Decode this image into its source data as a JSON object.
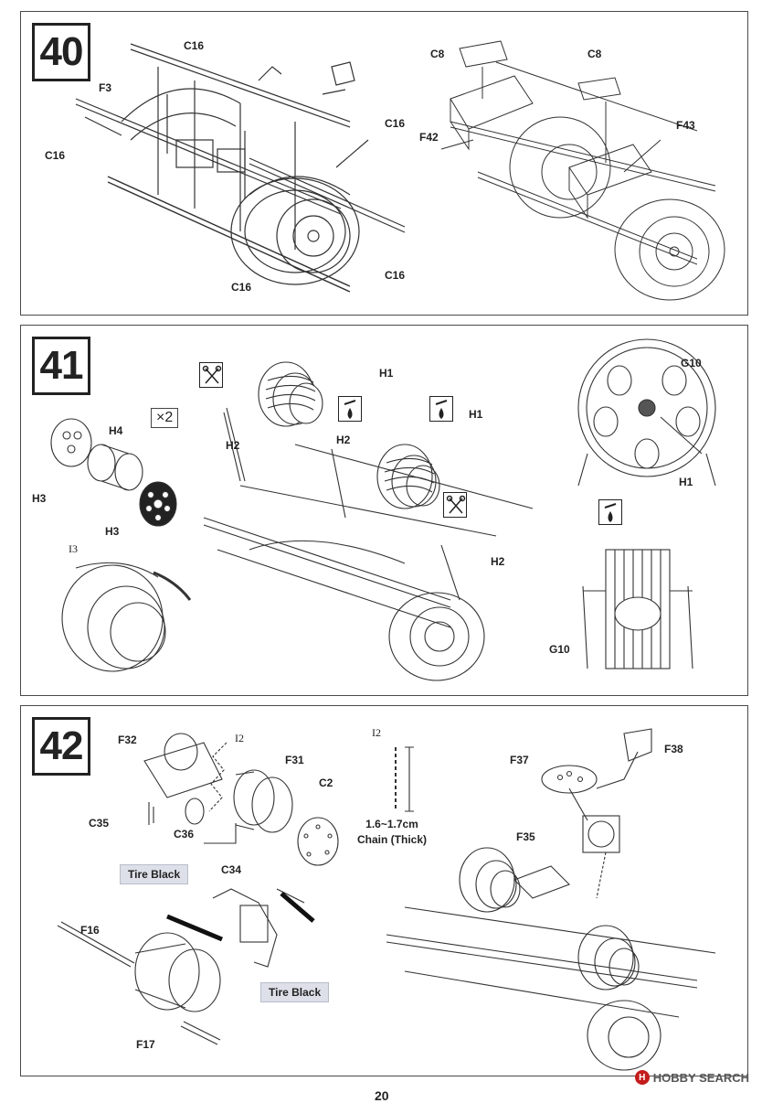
{
  "steps": [
    {
      "number": "40",
      "labels": [
        "C16",
        "F3",
        "C16",
        "C16",
        "C16",
        "C16",
        "C8",
        "C8",
        "F42",
        "F43"
      ]
    },
    {
      "number": "41",
      "multiplier": "×2",
      "labels": [
        "H4",
        "H3",
        "H3",
        "I3",
        "H1",
        "H2",
        "H2",
        "H1",
        "H2",
        "G10",
        "H1",
        "G10"
      ]
    },
    {
      "number": "42",
      "labels": [
        "F32",
        "I2",
        "F31",
        "C2",
        "C35",
        "C36",
        "C34",
        "F16",
        "F17",
        "I2",
        "F37",
        "F38",
        "F35"
      ],
      "paint": [
        "Tire Black",
        "Tire Black"
      ],
      "chain_caption": [
        "1.6~1.7cm",
        "Chain (Thick)"
      ]
    }
  ],
  "page_number": "20",
  "watermark": {
    "logo_letter": "H",
    "text": "HOBBY SEARCH"
  },
  "icons": {
    "cut": "scissors-icon",
    "glue": "glue-drop-icon"
  }
}
